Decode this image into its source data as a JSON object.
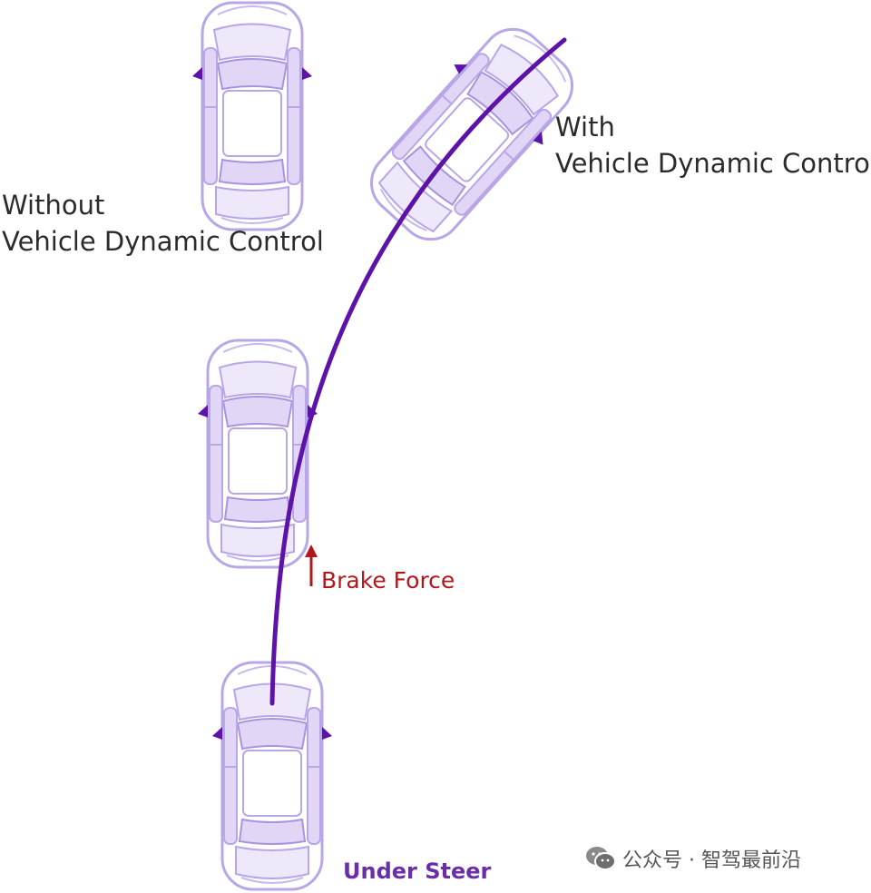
{
  "labels": {
    "without_line1": "Without",
    "without_line2": "Vehicle Dynamic Control",
    "with_line1": "With",
    "with_line2": "Vehicle Dynamic Control",
    "brake_force": "Brake Force",
    "under_steer": "Under Steer"
  },
  "watermark": {
    "icon": "wechat-icon",
    "text": "公众号 · 智驾最前沿"
  },
  "colors": {
    "path": "#5e13a8",
    "car_outline": "#b9a6e6",
    "car_fill": "#e2d6f7",
    "brake_force": "#b0181c",
    "under_steer": "#6a2fa8"
  }
}
